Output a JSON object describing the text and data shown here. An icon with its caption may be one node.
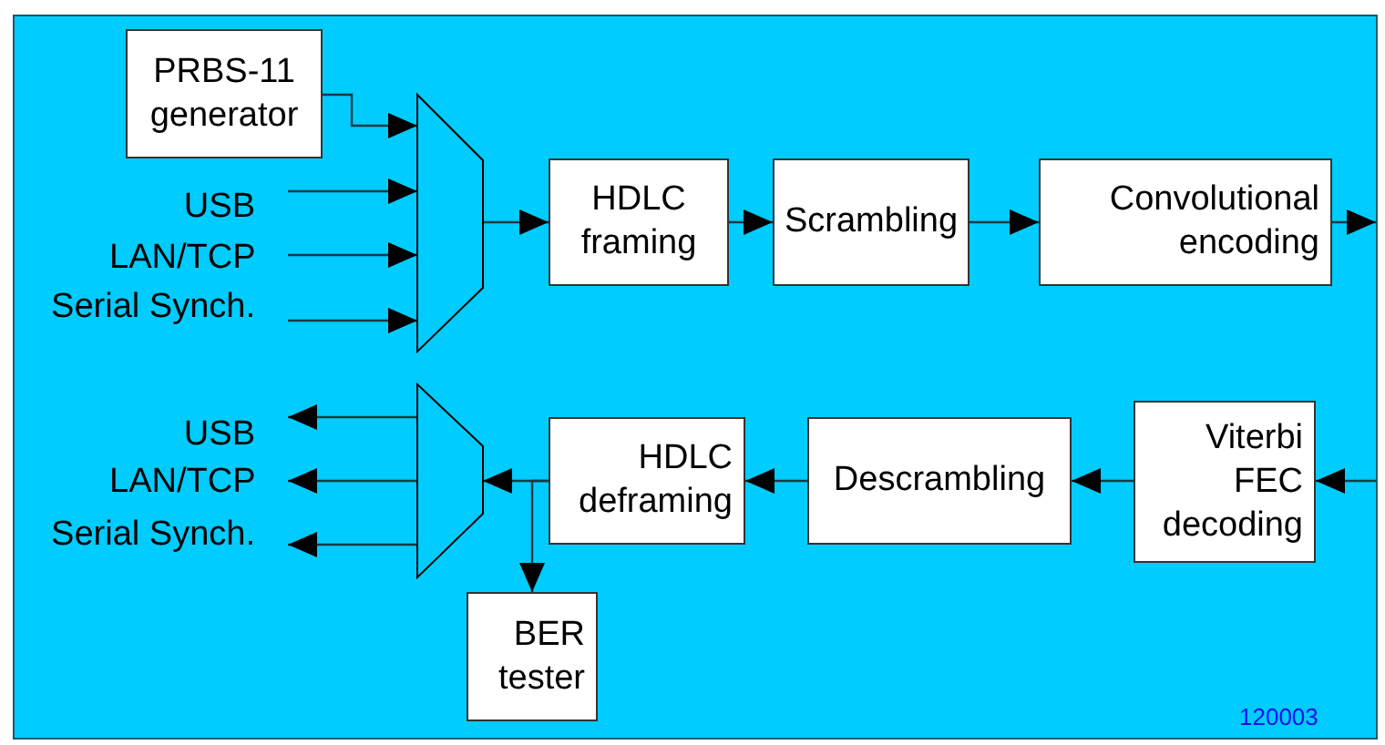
{
  "diagram": {
    "nodes": [
      {
        "text": [
          "PRBS-11 generator"
        ]
      },
      {
        "text": [
          "USB"
        ]
      },
      {
        "text": [
          "LAN/TCP"
        ]
      },
      {
        "text": [
          "Serial Synch."
        ]
      },
      {
        "text": [],
        "shape": "trapezoid"
      },
      {
        "text": [
          "HDLC framing"
        ]
      },
      {
        "text": [
          "Scrambling"
        ]
      },
      {
        "text": [
          "Convolutional encoding"
        ]
      },
      {
        "text": [
          "Viterbi FEC decoding"
        ]
      },
      {
        "text": [
          "Descrambling"
        ]
      },
      {
        "text": [
          "HDLC deframing"
        ]
      },
      {
        "text": [],
        "shape": "trapezoid"
      },
      {
        "text": [
          "BER tester"
        ]
      },
      {
        "text": [
          "USB"
        ]
      },
      {
        "text": [
          "LAN/TCP"
        ]
      },
      {
        "text": [
          "Serial Synch."
        ]
      }
    ],
    "edges": [
      {
        "from": 0,
        "to": 4,
        "arrow": "to"
      },
      {
        "from": 1,
        "to": 4,
        "arrow": "to"
      },
      {
        "from": 2,
        "to": 4,
        "arrow": "to"
      },
      {
        "from": 3,
        "to": 4,
        "arrow": "to"
      },
      {
        "from": 4,
        "to": 5,
        "arrow": "to"
      },
      {
        "from": 5,
        "to": 6,
        "arrow": "to"
      },
      {
        "from": 6,
        "to": 7,
        "arrow": "to"
      },
      {
        "from": 7,
        "to": null,
        "arrow": "to"
      },
      {
        "from": null,
        "to": 8,
        "arrow": "to"
      },
      {
        "from": 8,
        "to": 9,
        "arrow": "to"
      },
      {
        "from": 9,
        "to": 10,
        "arrow": "to"
      },
      {
        "from": 10,
        "to": 11,
        "arrow": "to"
      },
      {
        "from": 10,
        "to": 12,
        "arrow": "to"
      },
      {
        "from": 11,
        "to": 13,
        "arrow": "to"
      },
      {
        "from": 11,
        "to": 14,
        "arrow": "to"
      },
      {
        "from": 11,
        "to": 15,
        "arrow": "to"
      }
    ],
    "labels": [
      "120003"
    ]
  }
}
